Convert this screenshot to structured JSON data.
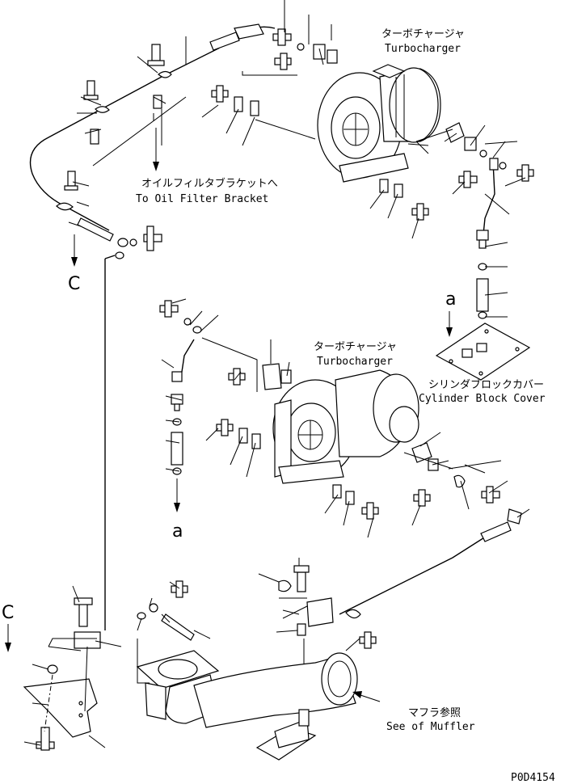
{
  "labels": {
    "turbo_top_jp": "ターボチャージャ",
    "turbo_top_en": "Turbocharger",
    "oil_filter_jp": "オイルフィルタブラケットへ",
    "oil_filter_en": "To Oil Filter Bracket",
    "turbo_mid_jp": "ターボチャージャ",
    "turbo_mid_en": "Turbocharger",
    "cyl_block_jp": "シリンダブロックカバー",
    "cyl_block_en": "Cylinder Block Cover",
    "muffler_jp": "マフラ参照",
    "muffler_en": "See of Muffler",
    "ref_c_top": "C",
    "ref_c_bottom": "C",
    "ref_a_top": "a",
    "ref_a_mid": "a",
    "drawing_number": "P0D4154"
  }
}
